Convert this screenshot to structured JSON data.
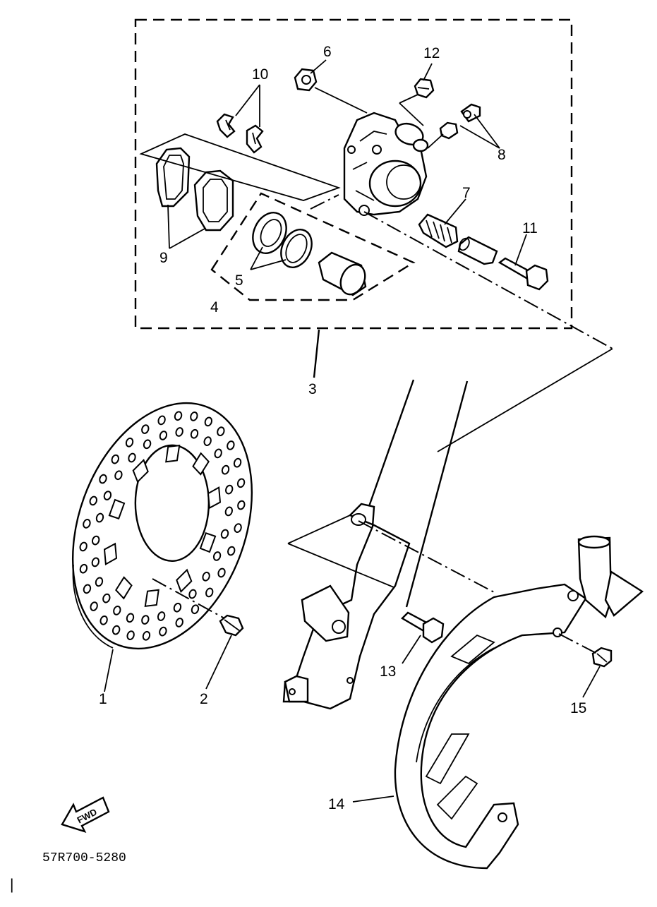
{
  "diagram": {
    "callouts": {
      "1": "1",
      "2": "2",
      "3": "3",
      "4": "4",
      "5": "5",
      "6": "6",
      "7": "7",
      "8": "8",
      "9": "9",
      "10": "10",
      "11": "11",
      "12": "12",
      "13": "13",
      "14": "14",
      "15": "15"
    },
    "direction_badge": "FWD",
    "drawing_code": "57R700-5280",
    "corner_mark": "|"
  }
}
